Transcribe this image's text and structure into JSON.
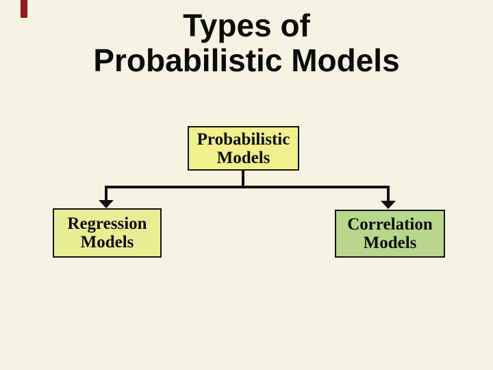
{
  "slide": {
    "background_color": "#F5F3E1",
    "accent_bar_color": "#97181B",
    "title": {
      "line1": "Types of",
      "line2": "Probabilistic Models"
    },
    "diagram": {
      "line_color": "#101010",
      "border_color": "#121212",
      "root": {
        "label": "Probabilistic Models",
        "fill": "#F0F08C"
      },
      "children": [
        {
          "label": "Regression Models",
          "fill": "#E9EE94"
        },
        {
          "label": "Correlation Models",
          "fill": "#B9D78C"
        }
      ]
    }
  }
}
